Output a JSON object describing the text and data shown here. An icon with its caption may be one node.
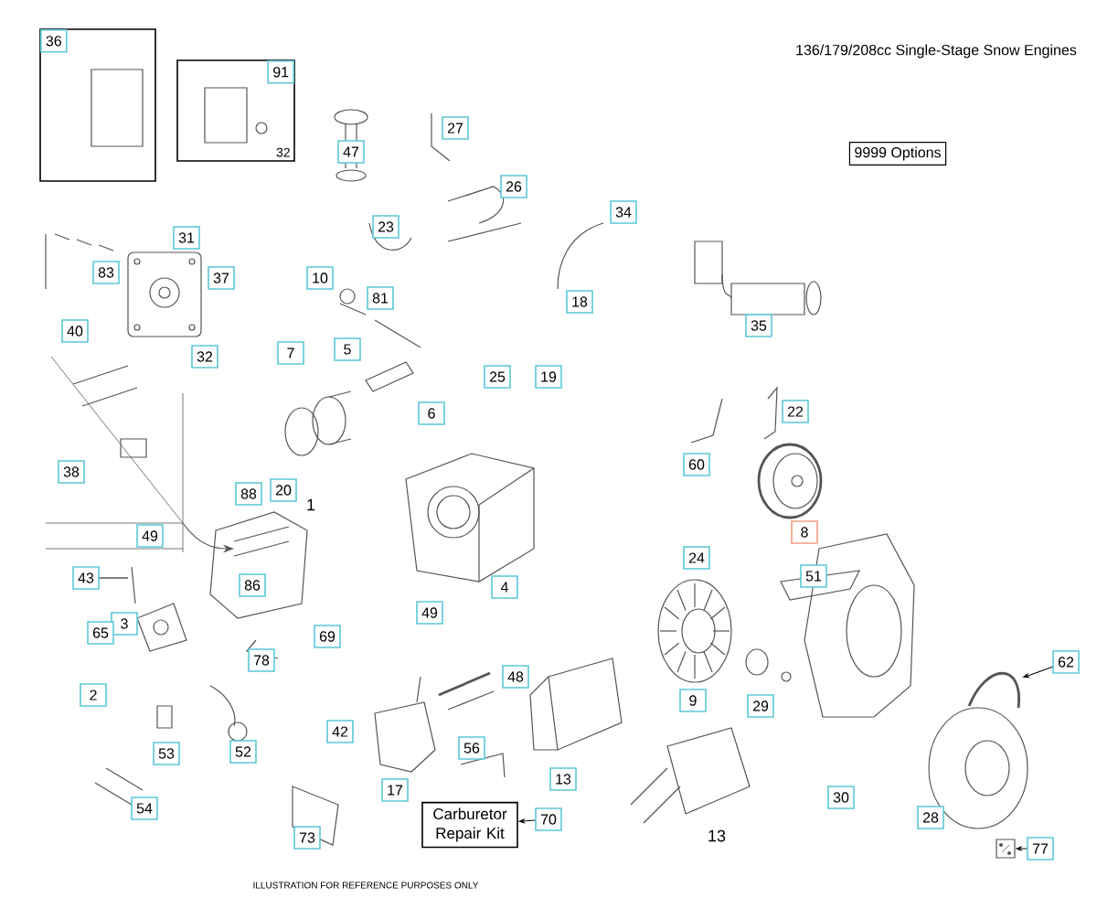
{
  "diagram": {
    "title": "136/179/208cc Single-Stage Snow Engines",
    "nodes": [
      {
        "text": [
          "36"
        ]
      },
      {
        "text": [
          "91",
          "32"
        ]
      },
      {
        "text": [
          "9999 Options"
        ]
      },
      {
        "text": [
          "Carburetor Repair Kit"
        ]
      },
      {
        "text": [
          "70"
        ]
      },
      {
        "text": [
          "62"
        ]
      },
      {
        "text": [
          "77"
        ]
      },
      {
        "text": [],
        "shape": "picture"
      },
      {
        "text": [
          "43"
        ]
      },
      {
        "text": [],
        "shape": "picture"
      },
      {
        "text": [
          "27"
        ]
      },
      {
        "text": [
          "47"
        ]
      },
      {
        "text": [
          "26"
        ]
      },
      {
        "text": [
          "34"
        ]
      },
      {
        "text": [
          "23"
        ]
      },
      {
        "text": [
          "31"
        ]
      },
      {
        "text": [
          "83"
        ]
      },
      {
        "text": [
          "37"
        ]
      },
      {
        "text": [
          "10"
        ]
      },
      {
        "text": [
          "81"
        ]
      },
      {
        "text": [
          "18"
        ]
      },
      {
        "text": [
          "35"
        ]
      },
      {
        "text": [
          "40"
        ]
      },
      {
        "text": [
          "5"
        ]
      },
      {
        "text": [
          "7"
        ]
      },
      {
        "text": [
          "32"
        ]
      },
      {
        "text": [
          "25"
        ]
      },
      {
        "text": [
          "19"
        ]
      },
      {
        "text": [
          "22"
        ]
      },
      {
        "text": [
          "6"
        ]
      },
      {
        "text": [
          "60"
        ]
      },
      {
        "text": [
          "38"
        ]
      },
      {
        "text": [
          "20"
        ]
      },
      {
        "text": [
          "88"
        ]
      },
      {
        "text": [
          "8"
        ]
      },
      {
        "text": [
          "49"
        ]
      },
      {
        "text": [
          "24"
        ]
      },
      {
        "text": [
          "51"
        ]
      },
      {
        "text": [
          "86"
        ]
      },
      {
        "text": [
          "4"
        ]
      },
      {
        "text": [
          "49"
        ]
      },
      {
        "text": [
          "3"
        ]
      },
      {
        "text": [
          "65"
        ]
      },
      {
        "text": [
          "69"
        ]
      },
      {
        "text": [
          "78"
        ]
      },
      {
        "text": [
          "48"
        ]
      },
      {
        "text": [
          "2"
        ]
      },
      {
        "text": [
          "9"
        ]
      },
      {
        "text": [
          "29"
        ]
      },
      {
        "text": [
          "42"
        ]
      },
      {
        "text": [
          "56"
        ]
      },
      {
        "text": [
          "52"
        ]
      },
      {
        "text": [
          "53"
        ]
      },
      {
        "text": [
          "13"
        ]
      },
      {
        "text": [
          "17"
        ]
      },
      {
        "text": [
          "30"
        ]
      },
      {
        "text": [
          "54"
        ]
      },
      {
        "text": [
          "28"
        ]
      },
      {
        "text": [
          "73"
        ]
      }
    ],
    "edges": [
      {
        "from": 4,
        "to": 3,
        "arrow": "to"
      },
      {
        "from": 5,
        "to": 7,
        "arrow": "to"
      },
      {
        "from": 6,
        "to": 9,
        "arrow": "to"
      },
      {
        "from": 8,
        "to": null,
        "arrow": "none"
      }
    ],
    "labels": [
      "1",
      "13",
      "ILLUSTRATION FOR REFERENCE PURPOSES ONLY"
    ]
  }
}
